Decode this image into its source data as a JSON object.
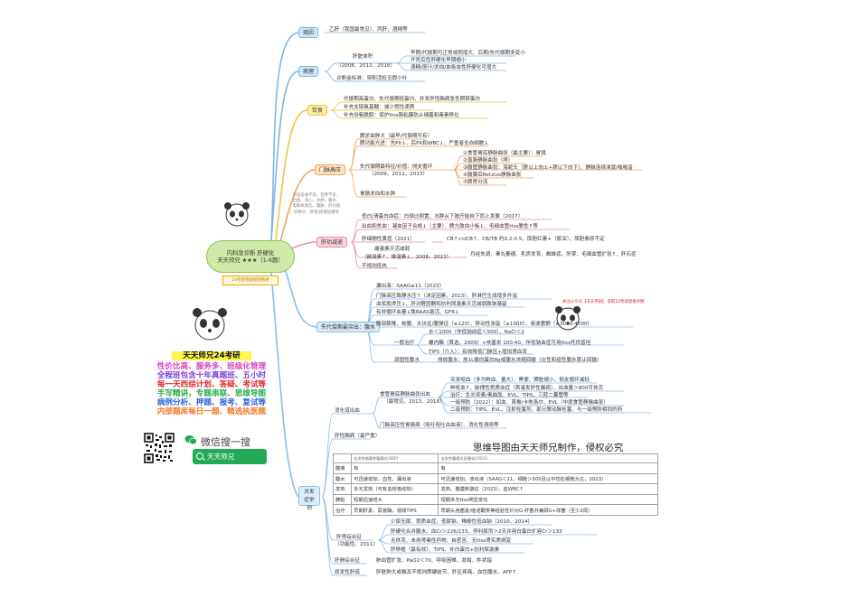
{
  "center": {
    "title_line1": "内科急诊断 肝硬化",
    "title_line2": "天天师兄 ★★★（1-6题）",
    "tag": "24考研领域视频精讲"
  },
  "promo": {
    "title": "天天师兄24考研",
    "lines": [
      {
        "text": "性价比高、服务多、班级化管理",
        "color": "#d83ec3"
      },
      {
        "text": "全程班包含十年真题班、五小时",
        "color": "#7a3fd8"
      },
      {
        "text": "每一天西综计划、答疑、考试等",
        "color": "#e0282e"
      },
      {
        "text": "手写精讲，专题串联、思维导图",
        "color": "#22aa44"
      },
      {
        "text": "病例分析、押题、报考、复试等",
        "color": "#2f62d8"
      },
      {
        "text": "内部题库每日一题、精选执医题",
        "color": "#ee7722"
      }
    ],
    "wechat_label": "微信搜一搜",
    "search_label": "天天师兄"
  },
  "watermark": "思维导图由天天师兄制作，侵权必究",
  "corner_note": "关注公众号【天天考研】 获取22考研思维导图",
  "branches": {
    "etiology": {
      "label": "病因",
      "text": "乙肝（我国最常见）、丙肝、酒精等"
    },
    "pathology": {
      "label": "病理",
      "sub_label": "肝脏体积",
      "years": "（2008、2012、2016）",
      "items": [
        "早期/代偿期可正常或稍增大、后期/失代偿期多变小",
        "坏死后性肝硬化早期缩小",
        "酒精/胆汁/淤血/血吸虫性肝硬化可增大"
      ],
      "gold": "诊断金标准：穿刺活检见假小叶"
    },
    "diet": {
      "label": "饮食",
      "items": [
        "代偿期高蛋白、失代偿期低蛋白、并发肝性脑病急性期禁蛋白",
        "补充支链氨基酸：减少假性递质",
        "补充谷氨酰胺：保护ttss肠粘膜防止细菌和毒素移位"
      ]
    },
    "portal": {
      "label": "门脉高压",
      "items_top": [
        "脾淤血肿大（最早/代偿期可有）",
        "脾功能亢进：先Plt↓、后Plt和WBC↓、严重者全血细胞↓"
      ],
      "collateral_label": "失代偿期最特征/价值：侧支循环",
      "collateral_years": "（2009、2012、2013）",
      "collaterals": [
        "①食管胃底静脉曲张（最主要）：胃镜",
        "②直肠静脉曲张（痔）",
        "③腹壁静脉曲张：海蛇头（脐以上向上+脐以下向下）、静脉连续涕潺/嗡嗡音",
        "④腹膜后Retzius静脉曲张",
        "⑤脾肾分流"
      ],
      "gastric": "胃肠淤血和水肿",
      "side_note": "消化吸收不良、营养不良、出血、恶心、水肿、腹水、电解质紊乱、腹胀、肝功能肝肿大、肝性/病情加重等"
    },
    "liver_fail": {
      "label": "肝功减退",
      "items": [
        "低白/清蛋白血症：白球比倒置、水肿从下肢开始自下而上发展（2017）",
        "出血和贫血：凝血因子合成↓（主要）、脾亢致血小板↓、毛细血管ttss脆性↑等",
        "肝细胞性黄疸（2021）",
        "不规则低热"
      ],
      "jaundice_detail": "CB↑>UCB↑、CB/TB 约0.2-0.5、尿胆红素+（尿深）、尿胆素原不定",
      "hormone_label": "雌激素灭活减弱",
      "hormone_years": "（雌激素↑、雄激素↓、2008、2023）",
      "hormone_detail": "月经失调、睾丸萎缩、乳房发育、蜘蛛痣、肝掌、毛细血管扩张↑、肝石症"
    },
    "ascites": {
      "label": "失代偿期最突出：腹水",
      "items": [
        "漏出液：SAAG≥11（2023）",
        "门脉高压致静水压↑（决定因素，2023）、肝淋巴生成增多外溢",
        "血浆胶渗压↓、肝对醛固酮和抗利尿激素灭活减弱致钠潴留",
        "有效循环血量↓致RAAS激活、GFR↓",
        "腹部膨隆、蛙腹、水坑征/腹弹征（≥120）、移动性浊音（≥1000）、液波震颤（≥3000-4000）"
      ],
      "treatment_label": "一般治疗",
      "treatment_items": [
        "水＜1000（伴低钠血症＜500）、NaCl＜2",
        "螺内酯（首选，2009）+呋塞米 100:40、伴低钠血症可用ttss托伐普坦",
        "TIPS（介入）：有效降低门脉压+增加肾血流"
      ],
      "refractory_label": "顽固性腹水",
      "refractory_detail": "排放腹水：放1L输白蛋白8g或腹水浓缩回输（炎性和癌性腹水禁止回输）"
    },
    "complications": {
      "label": "并发症举例",
      "bleeding_label": "消化道出血",
      "varices_label": "食管胃底静脉曲张出血",
      "varices_sub": "（最常见，2013、2018）",
      "varices_items": [
        "突发呕血（多为鲜血、量大）、黑便、脾脏缩小、侧支循环减轻",
        "鲜呕血↑、脉搏性氮质血症（首诸发肝性脑病）、出血量＞800可休克",
        "治疗：生长抑素/奥曲肽、EVL、TIPS、三腔二囊管等",
        "一级预防（2022）：如血、首推/卡地洛尔、EVL（中度食管静脉曲张）",
        "二级预防：TIPS、EVL、注射栓塞剂、部分脾动脉栓塞、与一级预防相同的药"
      ],
      "gastropathy": "门脉高压性胃肠病（呕吐呕吐血血液）、消化性溃疡等",
      "peritonitis": "肝性脑病（最严重）",
      "table": {
        "headers": [
          "",
          "自发性细菌性腹膜炎(SBP)",
          "自发性腹膜炎肝硬化(2023)"
        ],
        "rows": [
          [
            "腹痛",
            "有",
            "有"
          ],
          [
            "腹水",
            "可迅速增加、血性、漏出液",
            "可迅速增加、渗出液（SAAG＜11、细胞＞500且以中性粒细胞为主，2023）"
          ],
          [
            "发热",
            "多无发热（可有血栓吸收热）",
            "发热、腹膜刺激征（2023）、血WBC↑"
          ],
          [
            "脾脏",
            "短期迅速增大",
            "短期多无ttss明显变化"
          ],
          [
            "治疗",
            "早期肝素、尿激酶，视频TIPS",
            "早期头孢菌素/喹诺酮类等经验性针对G-杆菌并兼顾G+球菌（至少2周）"
          ]
        ]
      },
      "hrs_label": "肝肾综合征",
      "hrs_years": "（功能性，2011）",
      "hrs_items": [
        "少尿无尿、氮质血症、低尿钠、稀释性低血钠（2010、2014）",
        "肝硬化合并腹水、血Cr＞226/133、停利尿剂＞2天并用白蛋白扩容Cr＞133",
        "无休克、未用肾毒性药物、自密苦、无ttss肾实质病变",
        "肝移植（最有效）、TIPS、补白蛋白+抗利尿激素"
      ],
      "hps": "肝肺综合征",
      "hps_detail": "肺血管扩张、PaO2＜70、呼吸困难、发绀、杵状指",
      "cancer": "原发性肝癌",
      "cancer_detail": "肝脏肿大或触及不规则质硬结节、肝区疼痛、血性腹水、AFP↑"
    }
  }
}
